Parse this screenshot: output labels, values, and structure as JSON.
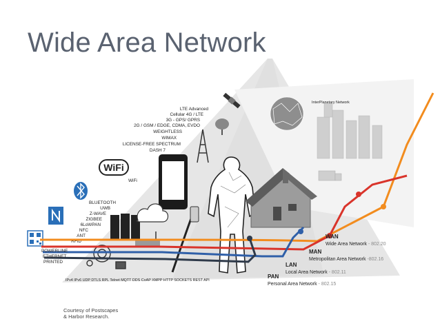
{
  "slide": {
    "title": "Wide Area Network"
  },
  "wireless_list": [
    "LTE Advanced",
    "Cellular 4G / LTE",
    "3G - GPS/ GPRS",
    "2G / GSM / EDGE, CDMA, EVDO",
    "WEIGHTLESS",
    "WIMAX",
    "LICENSE-FREE SPECTRUM",
    "DASH 7"
  ],
  "wifi_label": "WiFi",
  "wifi_logo_text": "WiFi",
  "short_range_list": [
    "BLUETOOTH",
    "UWB",
    "Z-WAVE",
    "ZIGBEE",
    "6LoWPAN",
    "NFC",
    "ANT",
    "RFID"
  ],
  "wired_list": [
    "POWERLINE",
    "ETHERNET",
    "PRINTED"
  ],
  "protocols": "IPv4 IPv6 UDP DTLS RPL Telnet MQTT DDS CoAP XMPP HTTP SOCKETS REST API",
  "interplanetary_label": "InterPlanetary Network",
  "networks": [
    {
      "code": "WAN",
      "name": "Wide Area Network",
      "std": "- 802.20",
      "color": "#f28c1e"
    },
    {
      "code": "MAN",
      "name": "Metropolitan Area Network",
      "std": "-802.16",
      "color": "#d9342b"
    },
    {
      "code": "LAN",
      "name": "Local Area Network",
      "std": "- 802.11",
      "color": "#2f5fa8"
    },
    {
      "code": "PAN",
      "name": "Personal Area Network",
      "std": "- 802.15",
      "color": "#2f3a4a"
    }
  ],
  "credit": {
    "line1": "Courtesy of Postscapes",
    "line2": "& Harbor Research."
  },
  "colors": {
    "wan": "#f28c1e",
    "man": "#d9342b",
    "lan": "#2f5fa8",
    "pan": "#2f3a4a",
    "title": "#5a6270"
  }
}
